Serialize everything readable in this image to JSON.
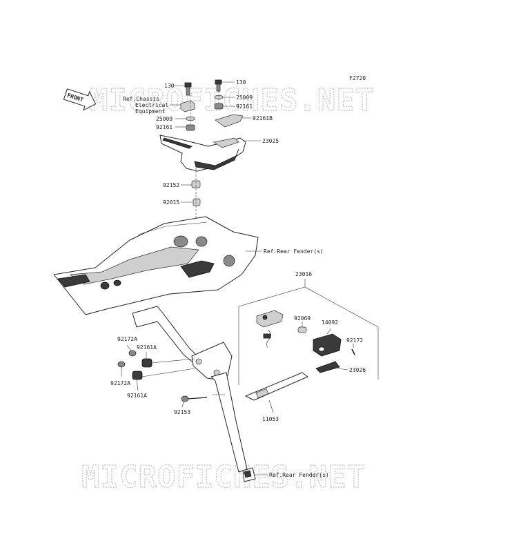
{
  "diagram": {
    "figure_code": "F2720",
    "front_label": "FRONT",
    "watermark": "MICROFICHES.NET",
    "labels": {
      "bolt_130_a": "130",
      "bolt_130_b": "130",
      "ref_chassis_1": "Ref.Chassis",
      "ref_chassis_2": "Electrical",
      "ref_chassis_3": "Equipment",
      "washer_25009_a": "25009",
      "washer_25009_b": "25009",
      "grommet_92161_a": "92161",
      "grommet_92161_b": "92161",
      "bracket_92161b": "92161B",
      "cover_23025": "23025",
      "collar_92152": "92152",
      "bushing_92015": "92015",
      "ref_rear_fender_a": "Ref.Rear Fender(s)",
      "lamp_assy_23016": "23016",
      "bulb_92069": "92069",
      "lens_14092": "14092",
      "screw_92172": "92172",
      "screw_92172a_a": "92172A",
      "screw_92172a_b": "92172A",
      "grommet_92161a_a": "92161A",
      "grommet_92161a_b": "92161A",
      "reflector_23026": "23026",
      "bolt_92153": "92153",
      "plate_11053": "11053",
      "ref_rear_fender_b": "Ref.Rear Fender(s)"
    }
  }
}
